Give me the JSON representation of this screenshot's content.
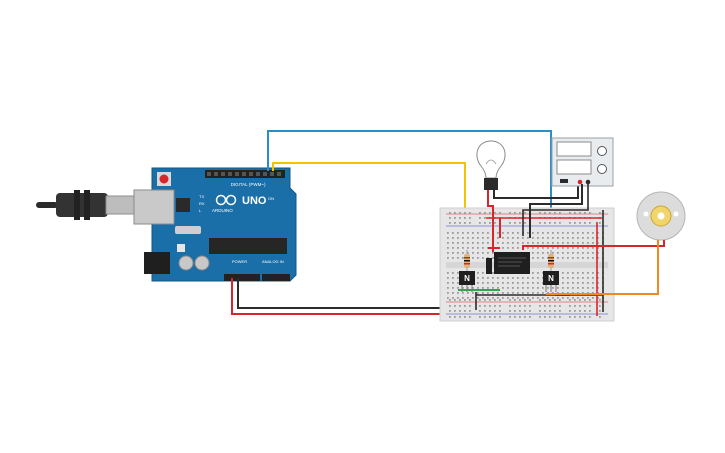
{
  "arduino": {
    "brand": "ARDUINO",
    "model": "UNO",
    "digital_label": "DIGITAL (PWM~)",
    "power_label": "POWER",
    "analog_label": "ANALOG IN",
    "tx_label": "TX",
    "rx_label": "RX",
    "l_label": "L",
    "on_label": "ON"
  },
  "components": {
    "usb_cable": "usb-cable",
    "lightbulb": "lightbulb",
    "power_supply": "dc-power-supply",
    "motor": "dc-motor",
    "relay": "relay",
    "transistor_left_label": "N",
    "transistor_right_label": "N",
    "breadboard": "breadboard"
  },
  "colors": {
    "board_blue": "#1b6fa8",
    "breadboard": "#e6e6e6",
    "wire_red": "#d7262b",
    "wire_black": "#2b2b2b",
    "wire_yellow": "#f2c400",
    "wire_blue": "#2a8fc6",
    "wire_green": "#2ca84a",
    "wire_orange": "#f08a1c"
  }
}
